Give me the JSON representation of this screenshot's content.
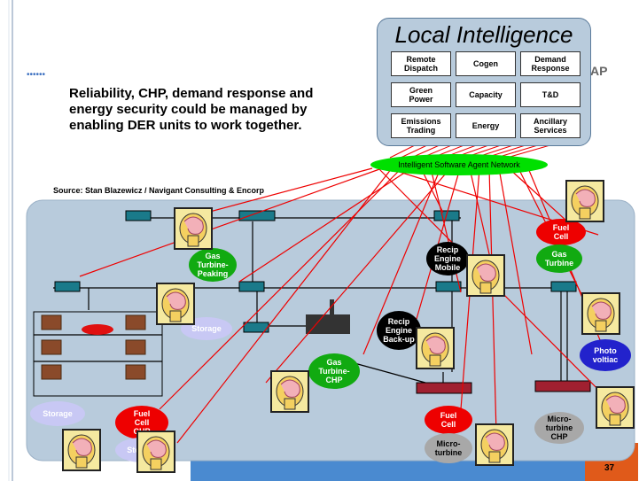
{
  "slide": {
    "page_number": "37",
    "logo_fragment": "AP",
    "bullet_text": "Reliability, CHP, demand response and energy security could be managed by enabling DER units to work together.",
    "source_text": "Source: Stan Blazewicz / Navigant Consulting & Encorp"
  },
  "local_intelligence": {
    "title": "Local Intelligence",
    "services": [
      "Remote\nDispatch",
      "Cogen",
      "Demand\nResponse",
      "Green\nPower",
      "Capacity",
      "T&D",
      "Emissions\nTrading",
      "Energy",
      "Ancillary\nServices"
    ]
  },
  "agent_network": {
    "label": "Intelligent Software Agent Network",
    "color": "#00e000"
  },
  "der_units": {
    "gas_turbine_peaking": "Gas\nTurbine-\nPeaking",
    "recip_engine_mobile": "Recip\nEngine\nMobile",
    "fuel_cell_top": "Fuel\nCell",
    "gas_turbine": "Gas\nTurbine",
    "storage_mid": "Storage",
    "recip_engine_backup": "Recip\nEngine\nBack-up",
    "photovoltaic": "Photo\nvoltiac",
    "gas_turbine_chp": "Gas\nTurbine-\nCHP",
    "storage_left": "Storage",
    "fuel_cell_chp": "Fuel\nCell\nCHP",
    "storage_bottom": "Storage",
    "fuel_cell_bottom": "Fuel\nCell",
    "micro_turbine": "Micro-\nturbine",
    "micro_turbine_chp": "Micro-\nturbine\nCHP"
  },
  "colors": {
    "red": "#ff0000",
    "green": "#11aa11",
    "black": "#000000",
    "blue": "#2222cc",
    "gray": "#a8a8a8",
    "lavender": "#c8c8f4",
    "panel": "#b8cbdc"
  }
}
